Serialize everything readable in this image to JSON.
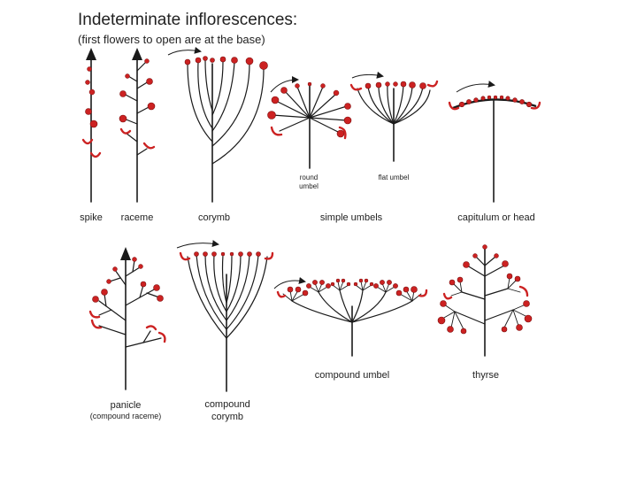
{
  "header": {
    "title": "Indeterminate inflorescences:",
    "subtitle": "(first flowers to open are at the base)"
  },
  "labels": {
    "spike": "spike",
    "raceme": "raceme",
    "corymb": "corymb",
    "simple_umbels": "simple umbels",
    "round_umbel": "round umbel",
    "flat_umbel": "flat umbel",
    "capitulum": "capitulum or head",
    "panicle": "panicle",
    "panicle_note": "(compound raceme)",
    "compound_corymb": "compound corymb",
    "compound_umbel": "compound umbel",
    "thyrse": "thyrse"
  },
  "colors": {
    "flower": "#cc2222",
    "stem": "#1a1a1a"
  }
}
